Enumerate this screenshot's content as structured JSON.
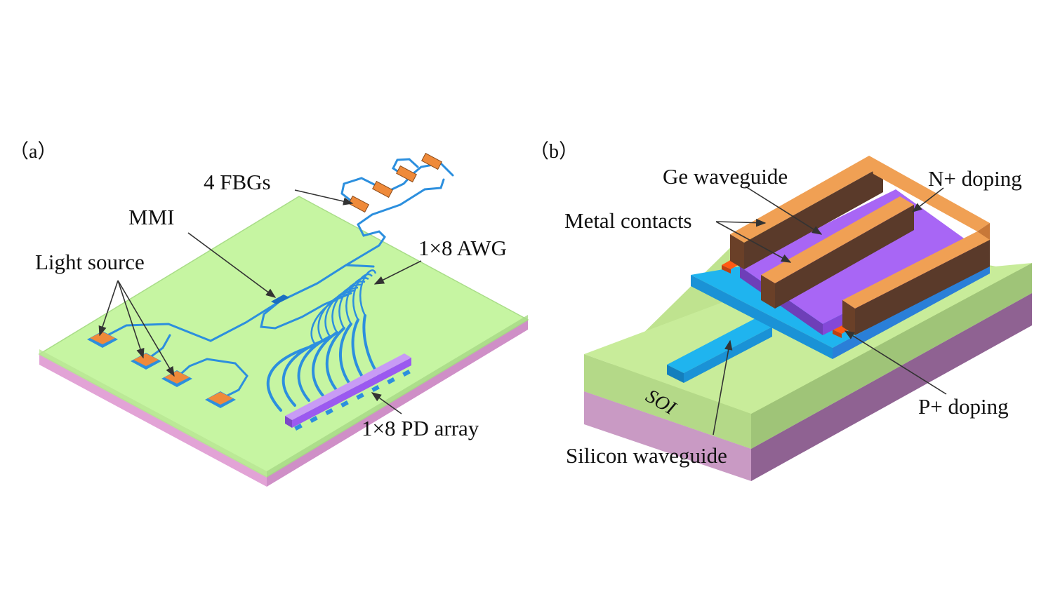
{
  "panels": {
    "a": {
      "panel_label": "（a）",
      "labels": {
        "fbgs": "4 FBGs",
        "mmi": "MMI",
        "light_source": "Light source",
        "awg": "1×8 AWG",
        "pd_array": "1×8 PD array"
      }
    },
    "b": {
      "panel_label": "（b）",
      "labels": {
        "ge_waveguide": "Ge waveguide",
        "n_doping": "N+ doping",
        "metal_contacts": "Metal contacts",
        "p_doping": "P+ doping",
        "soi": "SOI",
        "silicon_waveguide": "Silicon waveguide"
      }
    }
  },
  "colors": {
    "substrate_top": "#c6f5a2",
    "substrate_side": "#e2a3d6",
    "waveguide": "#2c8fde",
    "source_pad": "#ef8a3a",
    "pd_bar": "#a66be8",
    "silicon": "#1fb4ef",
    "ge": "#9b59f0",
    "metal_top": "#f0a054",
    "metal_side": "#5a3a2a",
    "doping": "#ff5a14"
  }
}
